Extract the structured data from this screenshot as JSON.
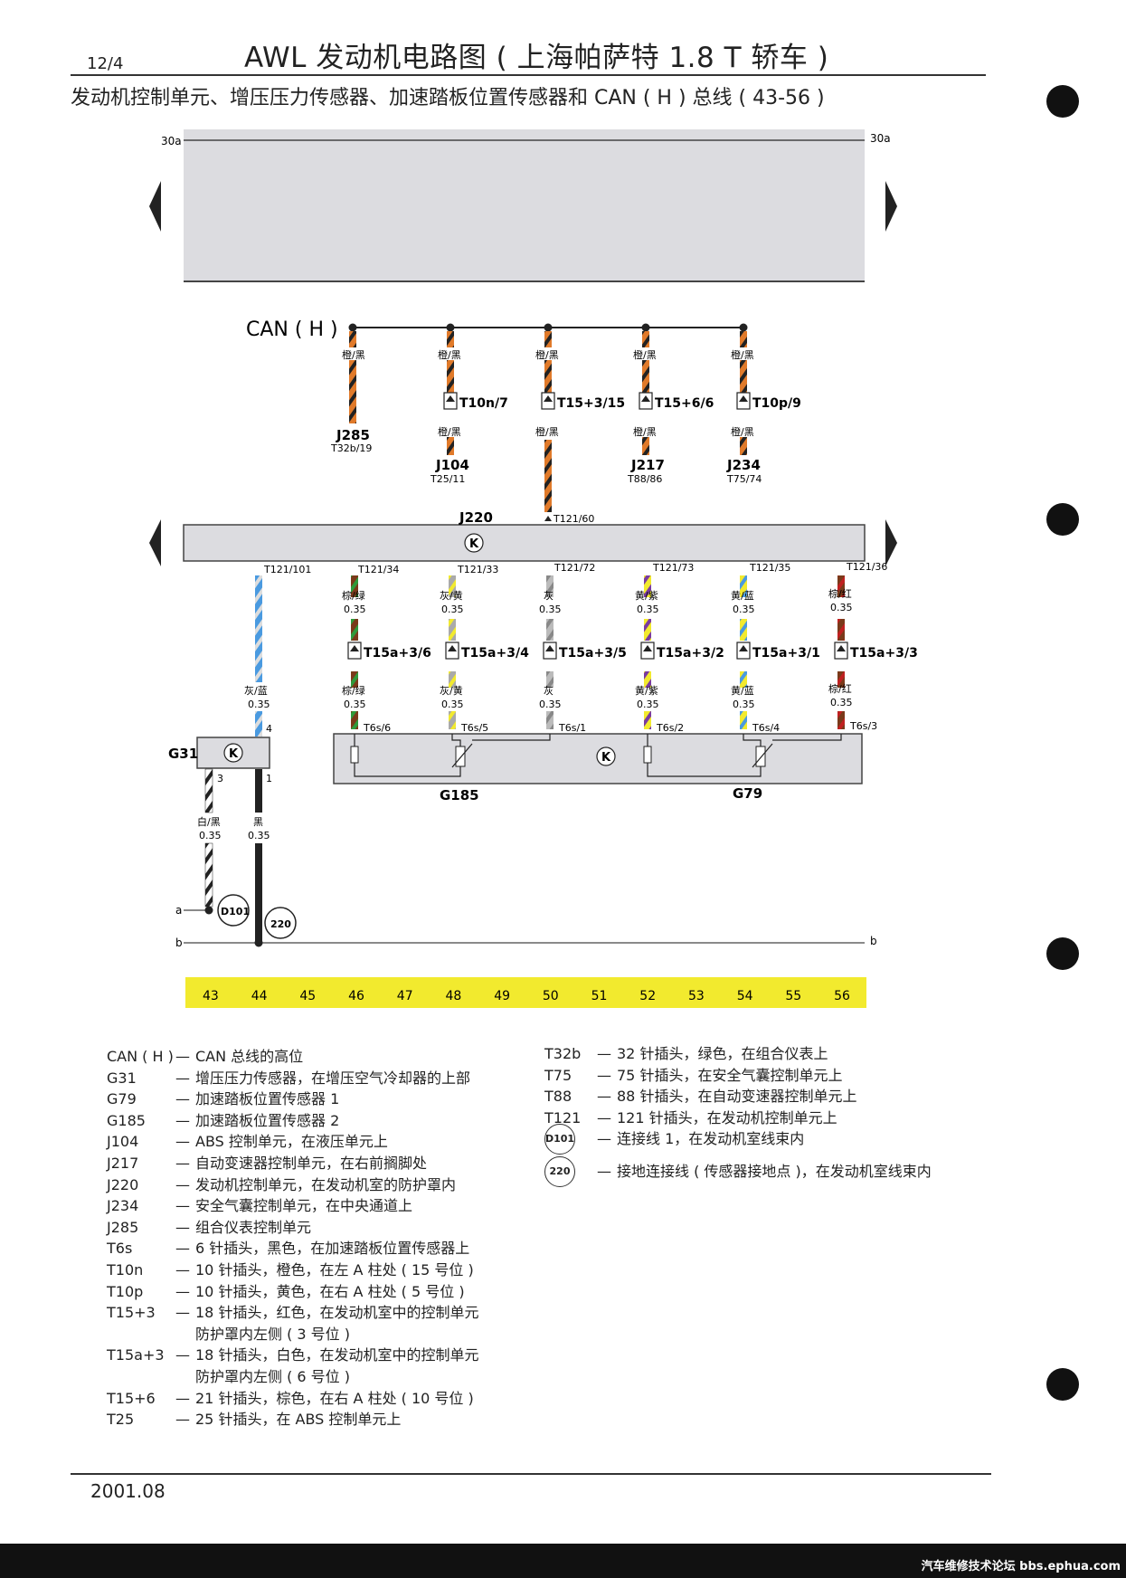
{
  "header": {
    "page_number": "12/4",
    "title": "AWL 发动机电路图 ( 上海帕萨特 1.8 T 轿车 )",
    "subtitle": "发动机控制单元、增压压力传感器、加速踏板位置传感器和 CAN ( H ) 总线 ( 43-56 )"
  },
  "diagram": {
    "rail_30a": "30a",
    "rail_b": "b",
    "rail_a": "a",
    "can_label": "CAN ( H )",
    "can_branches": [
      {
        "color": "橙/黑",
        "connector": "",
        "color2": "",
        "unit": "J285",
        "pin": "T32b/19"
      },
      {
        "color": "橙/黑",
        "connector": "T10n/7",
        "color2": "橙/黑",
        "unit": "J104",
        "pin": "T25/11"
      },
      {
        "color": "橙/黑",
        "connector": "T15+3/15",
        "color2": "橙/黑",
        "unit": "",
        "pin": ""
      },
      {
        "color": "橙/黑",
        "connector": "T15+6/6",
        "color2": "橙/黑",
        "unit": "J217",
        "pin": "T88/86"
      },
      {
        "color": "橙/黑",
        "connector": "T10p/9",
        "color2": "橙/黑",
        "unit": "J234",
        "pin": "T75/74"
      }
    ],
    "ecu_label": "J220",
    "ecu_top_pin": "T121/60",
    "ecu_pins": [
      "T121/101",
      "T121/34",
      "T121/33",
      "T121/72",
      "T121/73",
      "T121/35",
      "T121/36"
    ],
    "pedal_wires": [
      {
        "color": "棕/绿",
        "size": "0.35",
        "connector": "T15a+3/6",
        "t6s": "T6s/6"
      },
      {
        "color": "灰/黄",
        "size": "0.35",
        "connector": "T15a+3/4",
        "t6s": "T6s/5"
      },
      {
        "color": "灰",
        "size": "0.35",
        "connector": "T15a+3/5",
        "t6s": "T6s/1"
      },
      {
        "color": "黄/紫",
        "size": "0.35",
        "connector": "T15a+3/2",
        "t6s": "T6s/2"
      },
      {
        "color": "黄/蓝",
        "size": "0.35",
        "connector": "T15a+3/1",
        "t6s": "T6s/4"
      },
      {
        "color": "棕/红",
        "size": "0.35",
        "connector": "T15a+3/3",
        "t6s": "T6s/3"
      }
    ],
    "g31_wire": {
      "color": "灰/蓝",
      "size": "0.35",
      "pin": "4"
    },
    "g31_label": "G31",
    "g31_pins": [
      "3",
      "1"
    ],
    "ground_wires": [
      {
        "color": "白/黑",
        "size": "0.35"
      },
      {
        "color": "黑",
        "size": "0.35"
      }
    ],
    "g185_label": "G185",
    "g79_label": "G79",
    "d101_label": "D101",
    "ground_220_label": "220",
    "colors": {
      "orange": "#e07a2a",
      "yellow_bar": "#f2ea2e",
      "panel_gray": "#dcdce0",
      "blue": "#4a9ae0",
      "brown": "#7a3a1a",
      "green": "#2f9a3a",
      "red": "#c02020",
      "purple": "#7a3aa0",
      "gray_wire": "#aaaaaa"
    }
  },
  "ruler": [
    "43",
    "44",
    "45",
    "46",
    "47",
    "48",
    "49",
    "50",
    "51",
    "52",
    "53",
    "54",
    "55",
    "56"
  ],
  "legend_left": [
    {
      "code": "CAN ( H )",
      "desc": "CAN 总线的高位"
    },
    {
      "code": "G31",
      "desc": "增压压力传感器，在增压空气冷却器的上部"
    },
    {
      "code": "G79",
      "desc": "加速踏板位置传感器 1"
    },
    {
      "code": "G185",
      "desc": "加速踏板位置传感器 2"
    },
    {
      "code": "J104",
      "desc": "ABS 控制单元，在液压单元上"
    },
    {
      "code": "J217",
      "desc": "自动变速器控制单元，在右前搁脚处"
    },
    {
      "code": "J220",
      "desc": "发动机控制单元，在发动机室的防护罩内"
    },
    {
      "code": "J234",
      "desc": "安全气囊控制单元，在中央通道上"
    },
    {
      "code": "J285",
      "desc": "组合仪表控制单元"
    },
    {
      "code": "T6s",
      "desc": "6 针插头，黑色，在加速踏板位置传感器上"
    },
    {
      "code": "T10n",
      "desc": "10 针插头，橙色，在左 A 柱处 ( 15 号位 )"
    },
    {
      "code": "T10p",
      "desc": "10 针插头，黄色，在右 A 柱处 ( 5 号位 )"
    },
    {
      "code": "T15+3",
      "desc": "18 针插头，红色，在发动机室中的控制单元\n防护罩内左侧 ( 3 号位 )"
    },
    {
      "code": "T15a+3",
      "desc": "18 针插头，白色，在发动机室中的控制单元\n防护罩内左侧 ( 6 号位 )"
    },
    {
      "code": "T15+6",
      "desc": "21 针插头，棕色，在右 A 柱处 ( 10 号位 )"
    },
    {
      "code": "T25",
      "desc": "25 针插头，在 ABS 控制单元上"
    }
  ],
  "legend_right": [
    {
      "code": "T32b",
      "desc": "32 针插头，绿色，在组合仪表上"
    },
    {
      "code": "T75",
      "desc": "75 针插头，在安全气囊控制单元上"
    },
    {
      "code": "T88",
      "desc": "88 针插头，在自动变速器控制单元上"
    },
    {
      "code": "T121",
      "desc": "121 针插头，在发动机控制单元上"
    },
    {
      "code": "D101",
      "desc": "连接线 1，在发动机室线束内"
    },
    {
      "code": "220",
      "desc": "接地连接线 ( 传感器接地点 )，在发动机室线束内"
    }
  ],
  "footer": {
    "date": "2001.08",
    "watermark": "汽车维修技术论坛 bbs.ephua.com"
  }
}
